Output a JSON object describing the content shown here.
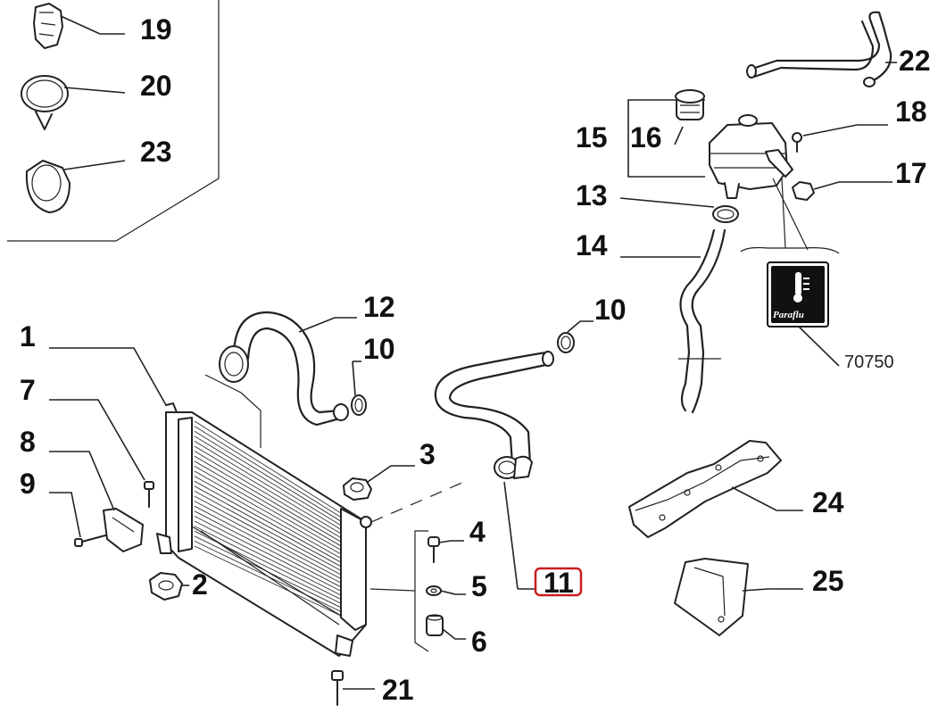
{
  "callouts": {
    "c1": "1",
    "c2": "2",
    "c3": "3",
    "c4": "4",
    "c5": "5",
    "c6": "6",
    "c7": "7",
    "c8": "8",
    "c9": "9",
    "c10a": "10",
    "c10b": "10",
    "c11": "11",
    "c12": "12",
    "c13": "13",
    "c14": "14",
    "c15": "15",
    "c16": "16",
    "c17": "17",
    "c18": "18",
    "c19": "19",
    "c20": "20",
    "c21": "21",
    "c22": "22",
    "c23": "23",
    "c24": "24",
    "c25": "25"
  },
  "reference_code": "70750",
  "logo": {
    "brand": "Paraflu"
  },
  "highlight": {
    "callout": "11",
    "color": "#c81e1e"
  }
}
